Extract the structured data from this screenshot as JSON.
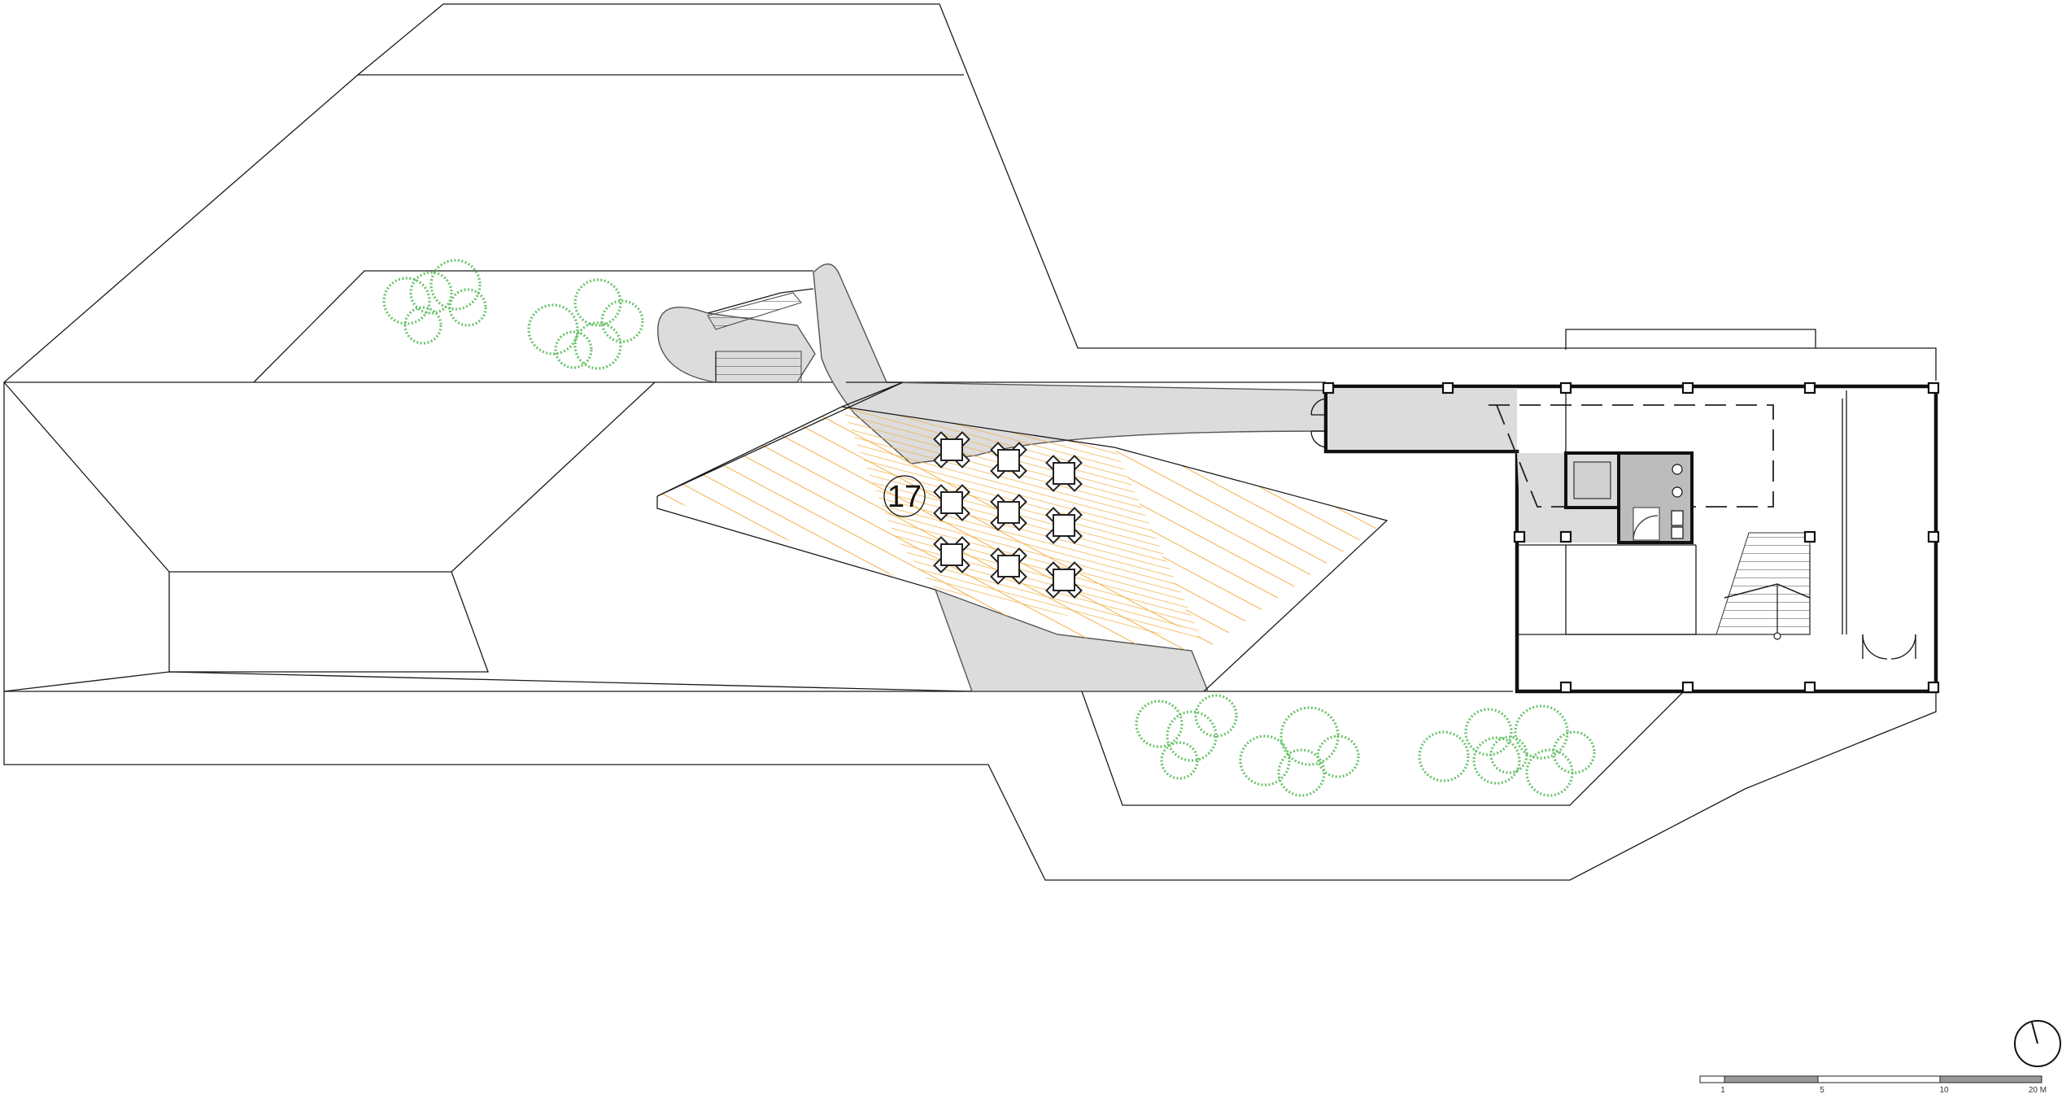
{
  "plan": {
    "room_label": "17",
    "scale_bar": {
      "ticks": [
        "1",
        "5",
        "10",
        "20 M"
      ]
    },
    "colors": {
      "paving": "#dcdcdc",
      "terrace_hatch": "#f3b24a",
      "trees": "#6cc36c",
      "lines": "#1a1a1a"
    },
    "icons": [
      "north-arrow-icon",
      "tree-icon",
      "table-with-chairs-icon",
      "door-swing-icon",
      "stair-icon",
      "elevator-icon",
      "toilet-icon"
    ]
  }
}
